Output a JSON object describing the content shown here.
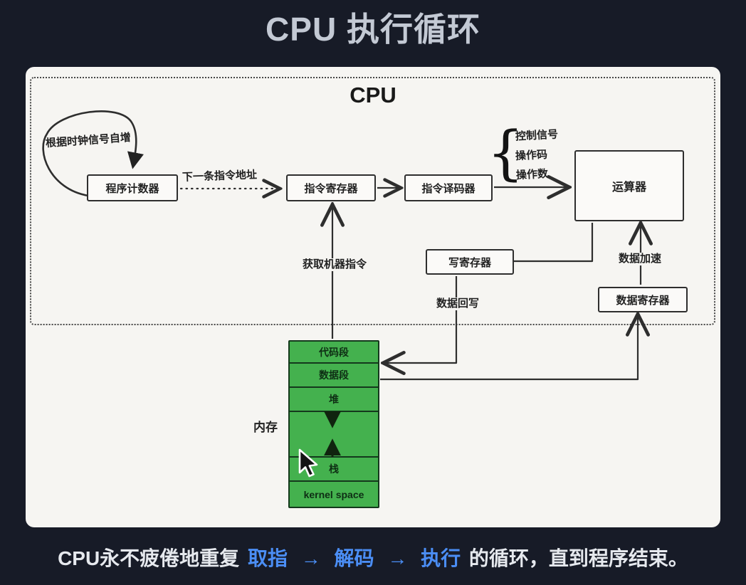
{
  "title": "CPU 执行循环",
  "diagram": {
    "cpu_label": "CPU",
    "boxes": {
      "program_counter": "程序计数器",
      "instruction_register": "指令寄存器",
      "instruction_decoder": "指令译码器",
      "alu": "运算器",
      "write_register": "写寄存器",
      "data_register": "数据寄存器"
    },
    "annotations": {
      "clock_increment": "根据时钟信号自增",
      "next_instruction_address": "下一条指令地址",
      "fetch_machine_instruction": "获取机器指令",
      "brace": "{",
      "control_signal": "控制信号",
      "opcode": "操作码",
      "operand": "操作数",
      "data_writeback": "数据回写",
      "data_accelerate": "数据加速"
    },
    "memory": {
      "label": "内存",
      "segments": [
        "代码段",
        "数据段",
        "堆",
        "",
        "栈",
        "kernel space"
      ]
    }
  },
  "caption": {
    "prefix": "CPU永不疲倦地重复",
    "fetch": "取指",
    "arrow": "→",
    "decode": "解码",
    "execute": "执行",
    "suffix": "的循环，直到程序结束。"
  },
  "colors": {
    "background": "#171b27",
    "panel": "#f6f5f2",
    "memory_green": "#44b14e",
    "caption_blue": "#4b8ef5",
    "title_gray": "#c3c9d4",
    "ink": "#2e2e2e"
  }
}
